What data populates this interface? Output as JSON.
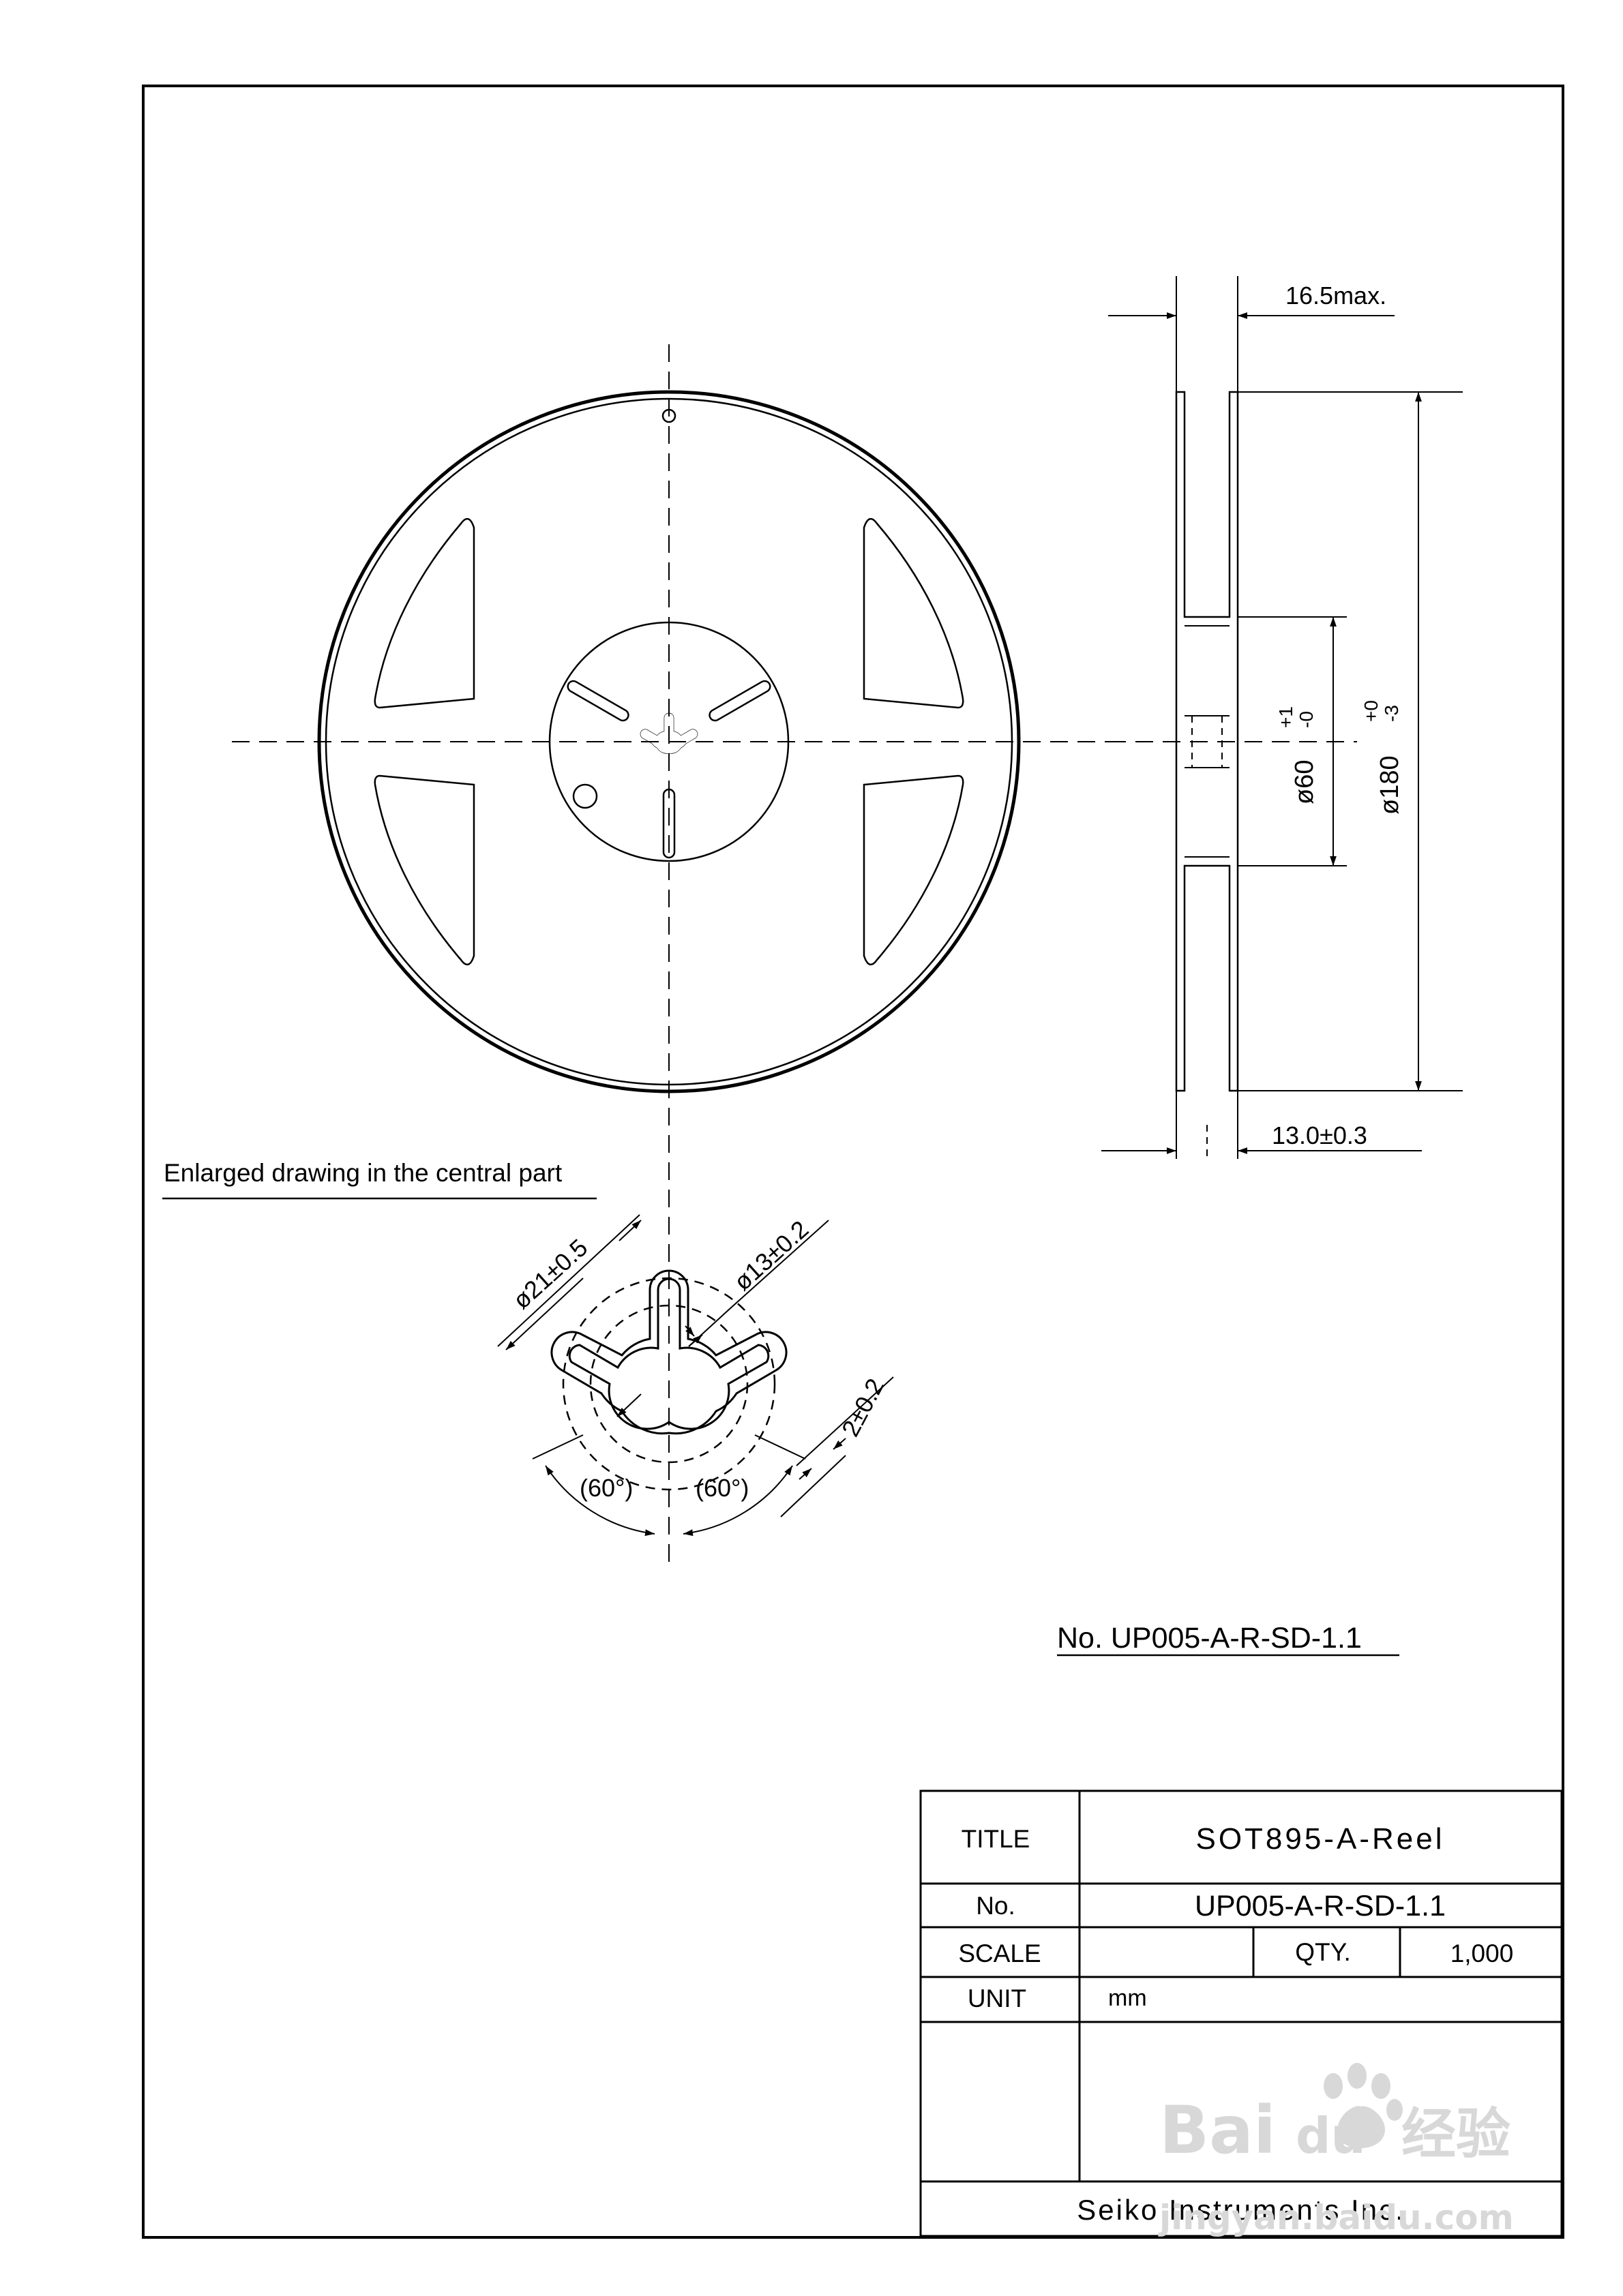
{
  "side_view": {
    "width_max": "16.5max.",
    "hub_width": "13.0±0.3",
    "hub_diameter": "ø60",
    "hub_diameter_tol_upper": "+1",
    "hub_diameter_tol_lower": "-0",
    "reel_diameter": "ø180",
    "reel_diameter_tol_upper": "+0",
    "reel_diameter_tol_lower": "-3"
  },
  "enlarged": {
    "caption": "Enlarged drawing in the central part",
    "outer_diameter": "ø21±0.5",
    "inner_diameter": "ø13±0.2",
    "key_width": "2±0.2",
    "angle_left": "(60°)",
    "angle_right": "(60°)"
  },
  "drawing_number": "No. UP005-A-R-SD-1.1",
  "title_block": {
    "title_label": "TITLE",
    "title_value": "SOT895-A-Reel",
    "no_label": "No.",
    "no_value": "UP005-A-R-SD-1.1",
    "scale_label": "SCALE",
    "scale_value": "",
    "qty_label": "QTY.",
    "qty_value": "1,000",
    "unit_label": "UNIT",
    "unit_value": "mm",
    "company": "Seiko Instruments Inc."
  },
  "watermark": {
    "brand": "Bai",
    "brand_du": "du",
    "cn": "经验",
    "url": "jingyan.baidu.com"
  }
}
